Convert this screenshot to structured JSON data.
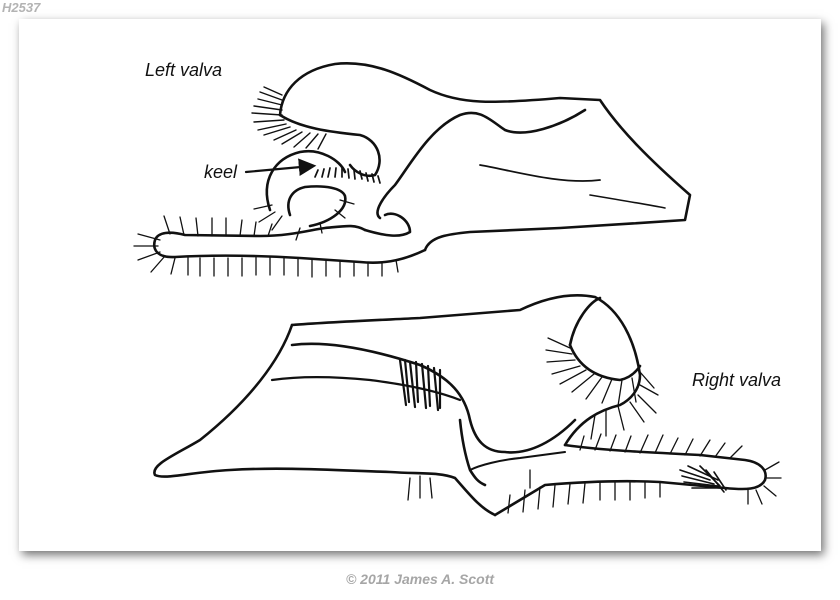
{
  "header": {
    "specimen_id": "H2537"
  },
  "figure": {
    "labels": {
      "left_valva": "Left valva",
      "keel": "keel",
      "right_valva": "Right valva"
    }
  },
  "footer": {
    "copyright": "© 2011 James A. Scott"
  }
}
